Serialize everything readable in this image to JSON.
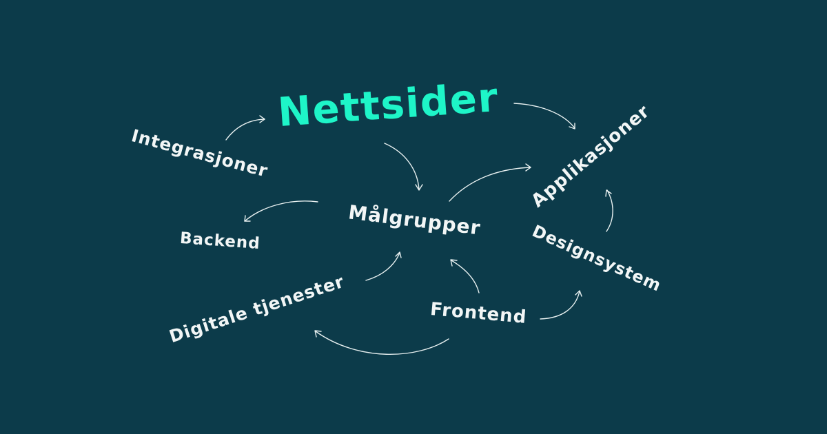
{
  "colors": {
    "background": "#0c3b4a",
    "hero_text": "#1ef5c8",
    "text": "#f2f6f6",
    "arrow": "#e8f0f0"
  },
  "words": {
    "nettsider": "Nettsider",
    "integrasjoner": "Integrasjoner",
    "applikasjoner": "Applikasjoner",
    "malgrupper": "Målgrupper",
    "backend": "Backend",
    "designsystem": "Designsystem",
    "digitale_tjenester": "Digitale tjenester",
    "frontend": "Frontend"
  },
  "arrows": [
    {
      "from": "Integrasjoner",
      "to": "Nettsider",
      "icon": "curved-arrow-icon"
    },
    {
      "from": "Nettsider",
      "to": "Applikasjoner",
      "icon": "curved-arrow-icon"
    },
    {
      "from": "Nettsider",
      "to": "Målgrupper",
      "icon": "curved-arrow-icon"
    },
    {
      "from": "Målgrupper",
      "to": "Applikasjoner",
      "icon": "curved-arrow-icon"
    },
    {
      "from": "Målgrupper",
      "to": "Backend",
      "icon": "curved-arrow-icon"
    },
    {
      "from": "Designsystem",
      "to": "Applikasjoner",
      "icon": "curved-arrow-icon"
    },
    {
      "from": "Digitale tjenester",
      "to": "Målgrupper",
      "icon": "curved-arrow-icon"
    },
    {
      "from": "Frontend",
      "to": "Målgrupper",
      "icon": "curved-arrow-icon"
    },
    {
      "from": "Frontend",
      "to": "Designsystem",
      "icon": "curved-arrow-icon"
    },
    {
      "from": "Frontend",
      "to": "Digitale tjenester",
      "icon": "curved-arrow-icon"
    }
  ]
}
